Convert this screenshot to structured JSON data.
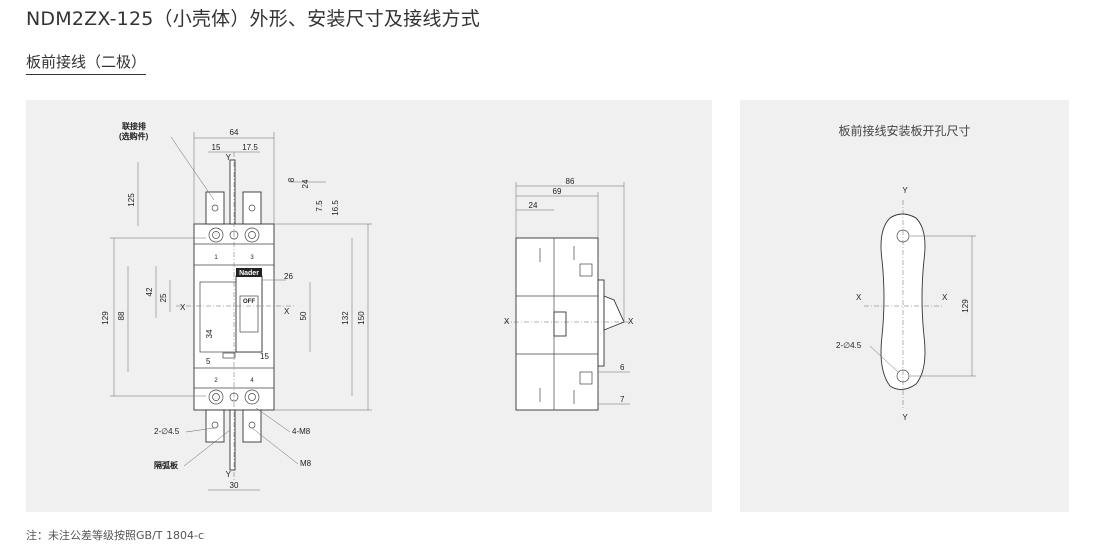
{
  "header": {
    "title": "NDM2ZX-125（小壳体）外形、安装尺寸及接线方式",
    "subtitle": "板前接线（二极）"
  },
  "left_panel": {
    "callouts": {
      "connector_line1": "联接排",
      "connector_line2": "(选购件)",
      "arc_barrier": "隔弧板",
      "hole_note": "2-∅4.5",
      "screw_note": "4-M8",
      "bolt_note": "M8",
      "brand": "Nader",
      "off_label": "OFF"
    },
    "axis_labels": {
      "x": "X",
      "y": "Y"
    },
    "front_dims": {
      "width": "64",
      "d15": "15",
      "d17_5": "17.5",
      "d8": "8",
      "d24": "24",
      "d7_5": "7.5",
      "d16_5": "16.5",
      "d125": "125",
      "d129": "129",
      "d88": "88",
      "d42": "42",
      "d25": "25",
      "d34": "34",
      "d26": "26",
      "d50": "50",
      "d132": "132",
      "d150": "150",
      "d5": "5",
      "d15b": "15",
      "d30": "30"
    },
    "terminals": [
      "1",
      "3",
      "2",
      "4"
    ],
    "side_dims": {
      "d86": "86",
      "d69": "69",
      "d24": "24",
      "d6": "6",
      "d7": "7"
    }
  },
  "right_panel": {
    "title": "板前接线安装板开孔尺寸",
    "hole_note": "2-∅4.5",
    "dim": "129"
  },
  "footer": {
    "note": "注：未注公差等级按照GB/T 1804-c"
  }
}
